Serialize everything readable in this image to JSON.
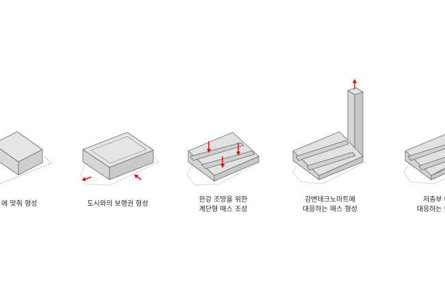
{
  "colors": {
    "accent_arrow": "#ff0000",
    "mass_fill": "#d9d9d9",
    "mass_stroke": "#666666"
  },
  "steps": [
    {
      "lines": [
        "에 맞춰 형성"
      ]
    },
    {
      "lines": [
        "도시와의 보행권 형성"
      ]
    },
    {
      "lines": [
        "한강 조망을 위한",
        "계단형 매스  조성"
      ]
    },
    {
      "lines": [
        "강변테크노마트에",
        "대응하는 매스 형성"
      ]
    },
    {
      "lines": [
        "저층부 대",
        "대응하는 매"
      ]
    }
  ]
}
